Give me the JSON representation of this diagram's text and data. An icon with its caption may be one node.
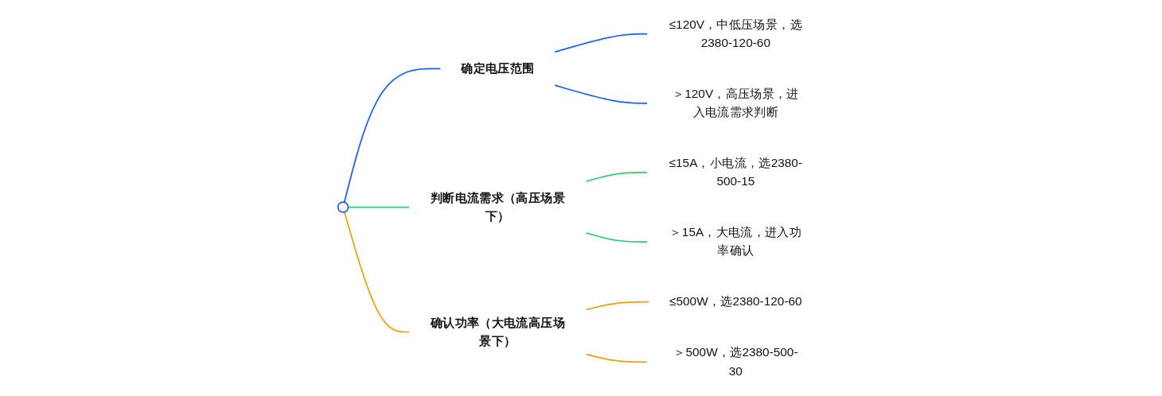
{
  "diagram": {
    "nodes": [
      {
        "text": [],
        "shape": "circle"
      },
      {
        "text": [
          "确定电压范围"
        ]
      },
      {
        "text": [
          "≤120V，中低压场景，选2380-120-60"
        ]
      },
      {
        "text": [
          "＞120V，高压场景，进入电流需求判断"
        ]
      },
      {
        "text": [
          "判断电流需求（高压场景下）"
        ]
      },
      {
        "text": [
          "≤15A，小电流，选2380-500-15"
        ]
      },
      {
        "text": [
          "＞15A，大电流，进入功率确认"
        ]
      },
      {
        "text": [
          "确认功率（大电流高压场景下）"
        ]
      },
      {
        "text": [
          "≤500W，选2380-120-60"
        ]
      },
      {
        "text": [
          "＞500W，选2380-500-30"
        ]
      }
    ],
    "edges": [
      {
        "from": 0,
        "to": 1,
        "arrow": "none",
        "color": "#1a5cff"
      },
      {
        "from": 1,
        "to": 2,
        "arrow": "none",
        "color": "#1a5cff"
      },
      {
        "from": 1,
        "to": 3,
        "arrow": "none",
        "color": "#1a5cff"
      },
      {
        "from": 0,
        "to": 4,
        "arrow": "none",
        "color": "#2ecc71"
      },
      {
        "from": 4,
        "to": 5,
        "arrow": "none",
        "color": "#2ecc71"
      },
      {
        "from": 4,
        "to": 6,
        "arrow": "none",
        "color": "#2ecc71"
      },
      {
        "from": 0,
        "to": 7,
        "arrow": "none",
        "color": "#f59e0b"
      },
      {
        "from": 7,
        "to": 8,
        "arrow": "none",
        "color": "#f59e0b"
      },
      {
        "from": 7,
        "to": 9,
        "arrow": "none",
        "color": "#f59e0b"
      }
    ]
  }
}
